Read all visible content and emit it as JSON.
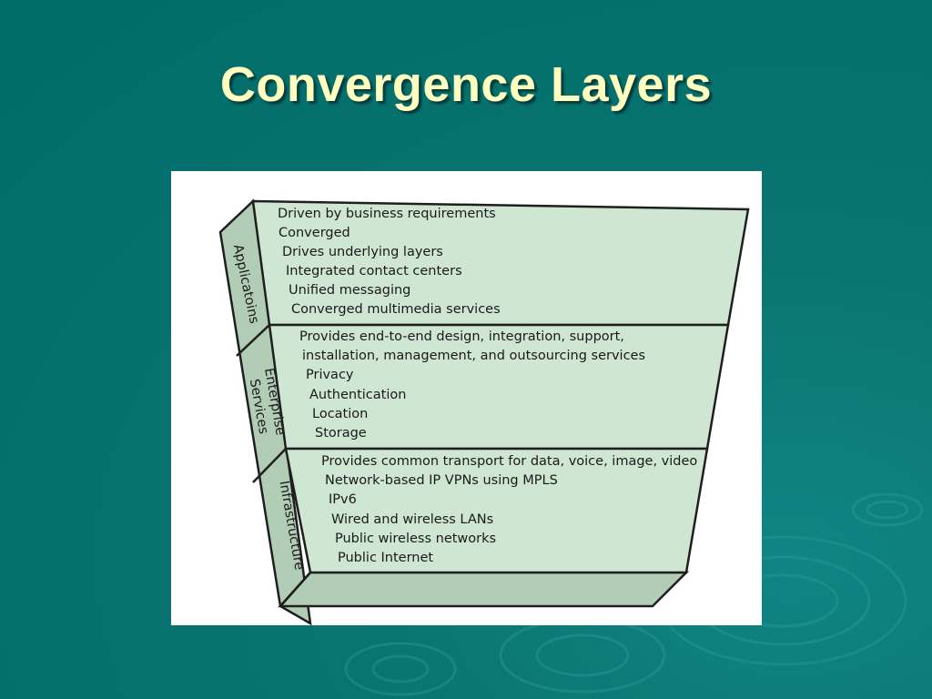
{
  "slide": {
    "title": "Convergence Layers"
  },
  "colors": {
    "background": "#006b68",
    "title": "#ffffc0",
    "layer_fill": "#cfe6d3",
    "side_fill": "#b2cdb5",
    "outline": "#1f1f1f"
  },
  "diagram": {
    "layers": [
      {
        "side_label": [
          "Applicatoins"
        ],
        "items": [
          "Driven by business requirements",
          "Converged",
          "Drives underlying layers",
          "Integrated contact centers",
          "Unified messaging",
          "Converged multimedia services"
        ]
      },
      {
        "side_label": [
          "Enterprise",
          "Services"
        ],
        "items": [
          "Provides end-to-end design, integration, support,",
          "installation, management, and outsourcing services",
          "Privacy",
          "Authentication",
          "Location",
          "Storage"
        ]
      },
      {
        "side_label": [
          "Infrastructure"
        ],
        "items": [
          "Provides common transport for data, voice, image, video",
          "Network-based IP VPNs using MPLS",
          "IPv6",
          "Wired and wireless LANs",
          "Public wireless networks",
          "Public Internet"
        ]
      }
    ]
  }
}
